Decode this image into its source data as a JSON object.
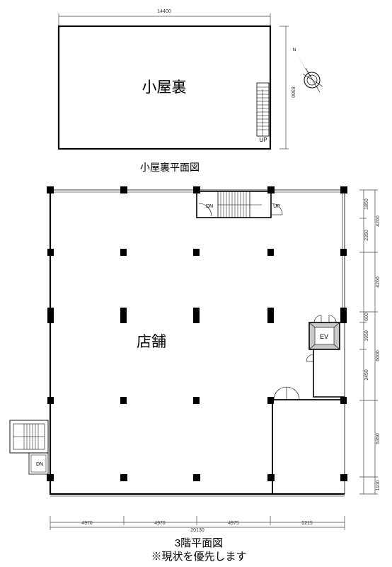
{
  "attic": {
    "room_label": "小屋裏",
    "width_dim": "14400",
    "height_dim": "8300",
    "stair_up": "UP",
    "caption": "小屋裏平面図"
  },
  "floor3": {
    "room_label": "店舗",
    "stair_dn": "DN",
    "stair_up": "UP",
    "ev_label": "EV",
    "ext_stair_dn": "DN",
    "bottom_dims": [
      "4970",
      "4970",
      "4975",
      "5215"
    ],
    "total_dim": "20130",
    "right_dims": [
      "1850",
      "4200",
      "2350",
      "4200",
      "600",
      "1950",
      "6000",
      "3450",
      "5350",
      "1100"
    ],
    "caption": "3階平面図",
    "note": "※現状を優先します"
  },
  "compass": {
    "north_mark": "N"
  }
}
